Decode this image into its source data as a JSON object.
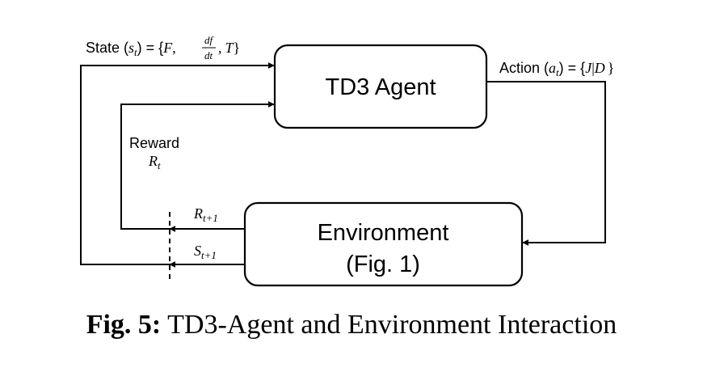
{
  "agent": {
    "label": "TD3 Agent"
  },
  "environment": {
    "label_line1": "Environment",
    "label_line2": "(Fig. 1)"
  },
  "state_label": {
    "prefix": "State (",
    "var": "s",
    "sub": "t",
    "mid": ") = {",
    "f": "F",
    "comma": ",",
    "frac_num": "df",
    "frac_den": "dt",
    "t": "T",
    "close": "}"
  },
  "action_label": {
    "prefix": "Action (",
    "var": "a",
    "sub": "t",
    "mid": ") =  {",
    "j": "J",
    "bar": "|",
    "d": "D",
    "close": "}"
  },
  "reward_label": {
    "word": "Reward",
    "var": "R",
    "sub": "t"
  },
  "next_reward": {
    "var": "R",
    "sub": "t+1"
  },
  "next_state": {
    "var": "S",
    "sub": "t+1"
  },
  "caption": {
    "prefix": "Fig. 5:",
    "text": "TD3-Agent and Environment Interaction"
  }
}
